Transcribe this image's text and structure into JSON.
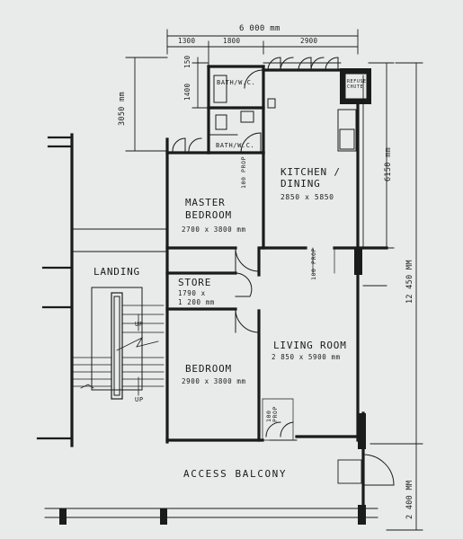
{
  "dimensions": {
    "overall_width": "6 000 mm",
    "seg_1": "1300",
    "seg_2": "1800",
    "seg_3": "2900",
    "left_height": "3050 mm",
    "bath_height": "1400",
    "bath_top": "150",
    "kitchen_height": "6150 mm",
    "total_height": "12 450 MM",
    "balcony_height": "2 400 MM"
  },
  "rooms": {
    "bath_wc_upper": "BATH/W.C.",
    "bath_wc_lower": "BATH/W.C.",
    "refuse_chute": "REFUSE CHUTE",
    "kitchen_title_1": "KITCHEN /",
    "kitchen_title_2": "DINING",
    "kitchen_size": "2850 x 5850",
    "master_title_1": "MASTER",
    "master_title_2": "BEDROOM",
    "master_size": "2700 x 3800 mm",
    "store_title": "STORE",
    "store_size_1": "1790 x",
    "store_size_2": "1 200 mm",
    "landing": "LANDING",
    "bedroom_title": "BEDROOM",
    "bedroom_size": "2900 x 3800 mm",
    "living_title": "LIVING ROOM",
    "living_size": "2 850 x 5900 mm",
    "access_balcony": "ACCESS BALCONY",
    "prop_master": "100 PROP",
    "prop_living": "100 PROP",
    "prop_lower": "100 PROP",
    "stair_up_1": "UP",
    "stair_up_2": "UP"
  }
}
